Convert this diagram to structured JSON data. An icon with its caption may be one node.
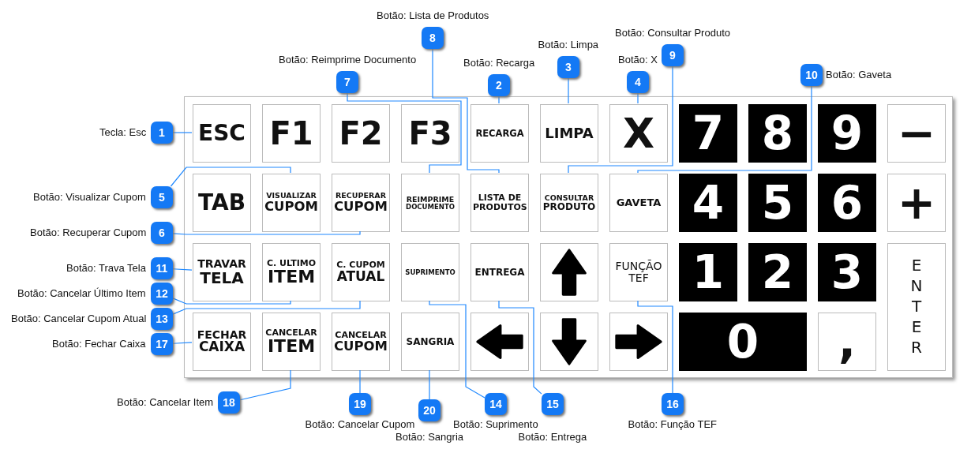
{
  "diagram": {
    "nodes": [
      {
        "text": [],
        "shape": "box"
      },
      {
        "text": [
          "ESC"
        ],
        "in": 0
      },
      {
        "text": [
          "F1"
        ],
        "in": 0
      },
      {
        "text": [
          "F2"
        ],
        "in": 0
      },
      {
        "text": [
          "F3"
        ],
        "in": 0
      },
      {
        "text": [
          "RECARGA"
        ],
        "in": 0
      },
      {
        "text": [
          "LIMPA"
        ],
        "in": 0
      },
      {
        "text": [
          "X"
        ],
        "in": 0
      },
      {
        "text": [
          "7"
        ],
        "in": 0
      },
      {
        "text": [
          "8"
        ],
        "in": 0
      },
      {
        "text": [
          "9"
        ],
        "in": 0
      },
      {
        "text": [
          "−"
        ],
        "in": 0
      },
      {
        "text": [
          "TAB"
        ],
        "in": 0
      },
      {
        "text": [
          "VISUALIZAR",
          "CUPOM"
        ],
        "in": 0
      },
      {
        "text": [
          "RECUPERAR",
          "CUPOM"
        ],
        "in": 0
      },
      {
        "text": [
          "REIMPRIME",
          "DOCUMENTO"
        ],
        "in": 0
      },
      {
        "text": [
          "LISTA DE PRODUTOS"
        ],
        "in": 0
      },
      {
        "text": [
          "CONSULTAR",
          "PRODUTO"
        ],
        "in": 0
      },
      {
        "text": [
          "GAVETA"
        ],
        "in": 0
      },
      {
        "text": [
          "4"
        ],
        "in": 0
      },
      {
        "text": [
          "5"
        ],
        "in": 0
      },
      {
        "text": [
          "6"
        ],
        "in": 0
      },
      {
        "text": [
          "+"
        ],
        "in": 0
      },
      {
        "text": [
          "TRAVAR",
          "TELA"
        ],
        "in": 0
      },
      {
        "text": [
          "C. ULTIMO",
          "ITEM"
        ],
        "in": 0
      },
      {
        "text": [
          "C. CUPOM",
          "ATUAL"
        ],
        "in": 0
      },
      {
        "text": [
          "SUPRIMENTO"
        ],
        "in": 0
      },
      {
        "text": [
          "ENTREGA"
        ],
        "in": 0
      },
      {
        "text": [],
        "shape": "box",
        "in": 0
      },
      {
        "text": [
          "FUNÇÃO TEF"
        ],
        "in": 0
      },
      {
        "text": [
          "1"
        ],
        "in": 0
      },
      {
        "text": [
          "2"
        ],
        "in": 0
      },
      {
        "text": [
          "3"
        ],
        "in": 0
      },
      {
        "text": [
          "ENTER"
        ],
        "in": 0
      },
      {
        "text": [
          "FECHAR",
          "CAIXA"
        ],
        "in": 0
      },
      {
        "text": [
          "CANCELAR",
          "ITEM"
        ],
        "in": 0
      },
      {
        "text": [
          "CANCELAR",
          "CUPOM"
        ],
        "in": 0
      },
      {
        "text": [
          "SANGRIA"
        ],
        "in": 0
      },
      {
        "text": [],
        "shape": "box",
        "in": 0
      },
      {
        "text": [],
        "shape": "box",
        "in": 0
      },
      {
        "text": [],
        "shape": "box",
        "in": 0
      },
      {
        "text": [
          "0"
        ],
        "in": 0
      },
      {
        "text": [
          ","
        ],
        "in": 0
      },
      {
        "text": [
          "1"
        ],
        "beside": [
          "Tecla: Esc"
        ]
      },
      {
        "text": [
          "2"
        ],
        "beside": [
          "Botão: Recarga"
        ]
      },
      {
        "text": [
          "3"
        ],
        "beside": [
          "Botão: Limpa"
        ]
      },
      {
        "text": [
          "4"
        ],
        "beside": [
          "Botão: X"
        ]
      },
      {
        "text": [
          "5"
        ],
        "beside": [
          "Botão: Visualizar Cupom"
        ]
      },
      {
        "text": [
          "6"
        ],
        "beside": [
          "Botão: Recuperar Cupom"
        ]
      },
      {
        "text": [
          "7"
        ],
        "beside": [
          "Botão: Reimprime Documento"
        ]
      },
      {
        "text": [
          "8"
        ],
        "beside": [
          "Botão: Lista de Produtos"
        ]
      },
      {
        "text": [
          "9"
        ],
        "beside": [
          "Botão: Consultar Produto"
        ]
      },
      {
        "text": [
          "10"
        ],
        "beside": [
          "Botão: Gaveta"
        ]
      },
      {
        "text": [
          "11"
        ],
        "beside": [
          "Botão: Trava Tela"
        ]
      },
      {
        "text": [
          "12"
        ],
        "beside": [
          "Botão: Cancelar Último Item"
        ]
      },
      {
        "text": [
          "13"
        ],
        "beside": [
          "Botão: Cancelar Cupom Atual"
        ]
      },
      {
        "text": [
          "14"
        ],
        "beside": [
          "Botão: Suprimento"
        ]
      },
      {
        "text": [
          "15"
        ],
        "beside": [
          "Botão: Entrega"
        ]
      },
      {
        "text": [
          "16"
        ],
        "beside": [
          "Botão: Função TEF"
        ]
      },
      {
        "text": [
          "17"
        ],
        "beside": [
          "Botão: Fechar Caixa"
        ]
      },
      {
        "text": [
          "18"
        ],
        "beside": [
          "Botão: Cancelar Item"
        ]
      },
      {
        "text": [
          "19"
        ],
        "beside": [
          "Botão: Cancelar Cupom"
        ]
      },
      {
        "text": [
          "20"
        ],
        "beside": [
          "Botão: Sangria"
        ]
      }
    ],
    "edges": [
      {
        "from": 43,
        "to": 1,
        "arrow": "none"
      },
      {
        "from": 44,
        "to": 5,
        "arrow": "none"
      },
      {
        "from": 45,
        "to": 6,
        "arrow": "none"
      },
      {
        "from": 46,
        "to": 7,
        "arrow": "none"
      },
      {
        "from": 47,
        "to": 13,
        "arrow": "none"
      },
      {
        "from": 48,
        "to": 14,
        "arrow": "none"
      },
      {
        "from": 49,
        "to": 15,
        "arrow": "none"
      },
      {
        "from": 50,
        "to": 16,
        "arrow": "none"
      },
      {
        "from": 51,
        "to": 17,
        "arrow": "none"
      },
      {
        "from": 52,
        "to": 18,
        "arrow": "none"
      },
      {
        "from": 53,
        "to": 23,
        "arrow": "none"
      },
      {
        "from": 54,
        "to": 24,
        "arrow": "none"
      },
      {
        "from": 55,
        "to": 25,
        "arrow": "none"
      },
      {
        "from": 56,
        "to": 26,
        "arrow": "none"
      },
      {
        "from": 57,
        "to": 27,
        "arrow": "none"
      },
      {
        "from": 58,
        "to": 29,
        "arrow": "none"
      },
      {
        "from": 59,
        "to": 34,
        "arrow": "none"
      },
      {
        "from": 60,
        "to": 35,
        "arrow": "none"
      },
      {
        "from": 61,
        "to": 36,
        "arrow": "none"
      },
      {
        "from": 62,
        "to": 37,
        "arrow": "none"
      }
    ]
  }
}
